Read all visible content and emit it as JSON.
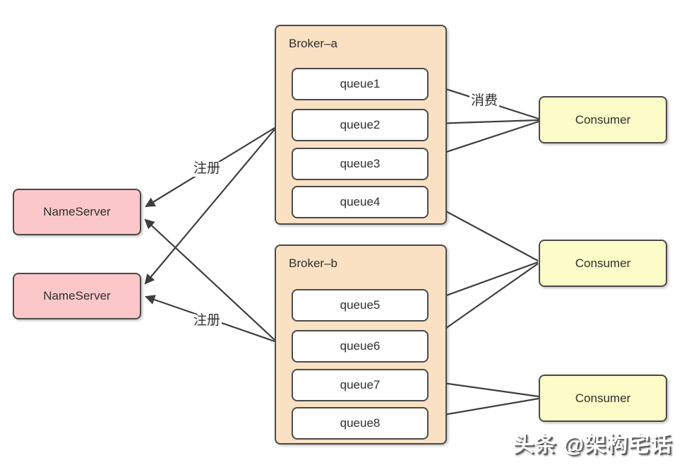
{
  "diagram": {
    "title_hint": "RocketMQ broker / nameserver / consumer topology",
    "colors": {
      "nameserver_fill": "#fbc7c9",
      "broker_fill": "#fae1c3",
      "queue_fill": "#ffffff",
      "consumer_fill": "#fbfcc8",
      "border": "#4a4a4a",
      "arrow": "#3e3e3e",
      "background": "#ffffff"
    },
    "nameservers": [
      {
        "label": "NameServer"
      },
      {
        "label": "NameServer"
      }
    ],
    "brokers": [
      {
        "title": "Broker–a",
        "queues": [
          "queue1",
          "queue2",
          "queue3",
          "queue4"
        ]
      },
      {
        "title": "Broker–b",
        "queues": [
          "queue5",
          "queue6",
          "queue7",
          "queue8"
        ]
      }
    ],
    "consumers": [
      {
        "label": "Consumer"
      },
      {
        "label": "Consumer"
      },
      {
        "label": "Consumer"
      }
    ],
    "edge_labels": {
      "register_a": "注册",
      "register_b": "注册",
      "consume": "消费"
    },
    "edges": [
      {
        "from": "Broker-a",
        "to": "NameServer-1",
        "label": "注册"
      },
      {
        "from": "Broker-a",
        "to": "NameServer-2",
        "label": ""
      },
      {
        "from": "Broker-b",
        "to": "NameServer-1",
        "label": ""
      },
      {
        "from": "Broker-b",
        "to": "NameServer-2",
        "label": "注册"
      },
      {
        "from": "Consumer-1",
        "to": "queue1",
        "label": "消费"
      },
      {
        "from": "Consumer-1",
        "to": "queue2",
        "label": ""
      },
      {
        "from": "Consumer-1",
        "to": "queue3",
        "label": ""
      },
      {
        "from": "Consumer-2",
        "to": "queue4",
        "label": ""
      },
      {
        "from": "Consumer-2",
        "to": "queue5",
        "label": ""
      },
      {
        "from": "Consumer-2",
        "to": "queue6",
        "label": ""
      },
      {
        "from": "Consumer-3",
        "to": "queue7",
        "label": ""
      },
      {
        "from": "Consumer-3",
        "to": "queue8",
        "label": ""
      }
    ],
    "watermark": "头条 @架构宅话"
  }
}
